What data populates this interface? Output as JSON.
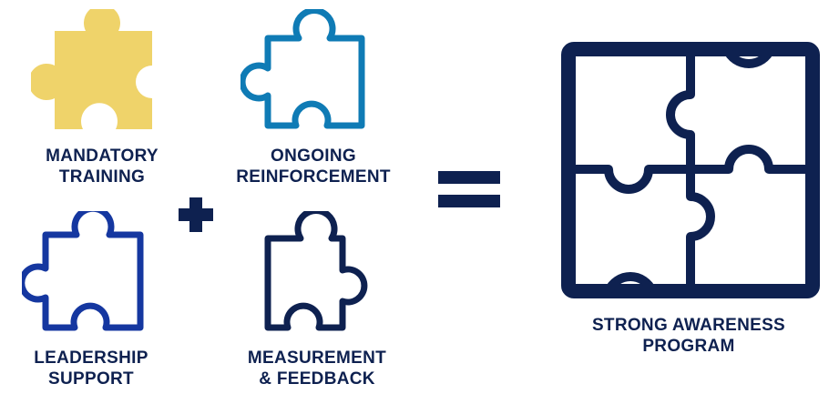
{
  "colors": {
    "mandatory": "#efd36a",
    "ongoing": "#0f7bb5",
    "leadership": "#1537a0",
    "measurement": "#0e2150",
    "program": "#0e2150",
    "text": "#0e2150"
  },
  "pieces": [
    {
      "id": "mandatory",
      "label_lines": [
        "MANDATORY",
        "TRAINING"
      ],
      "style": "filled"
    },
    {
      "id": "ongoing",
      "label_lines": [
        "ONGOING",
        "REINFORCEMENT"
      ],
      "style": "outline"
    },
    {
      "id": "leadership",
      "label_lines": [
        "LEADERSHIP",
        "SUPPORT"
      ],
      "style": "outline"
    },
    {
      "id": "measurement",
      "label_lines": [
        "MEASUREMENT",
        "& FEEDBACK"
      ],
      "style": "outline"
    }
  ],
  "operators": {
    "plus": "plus-icon",
    "equals": "equals-icon"
  },
  "result": {
    "label_lines": [
      "STRONG AWARENESS",
      "PROGRAM"
    ],
    "icon": "assembled-puzzle-icon"
  }
}
